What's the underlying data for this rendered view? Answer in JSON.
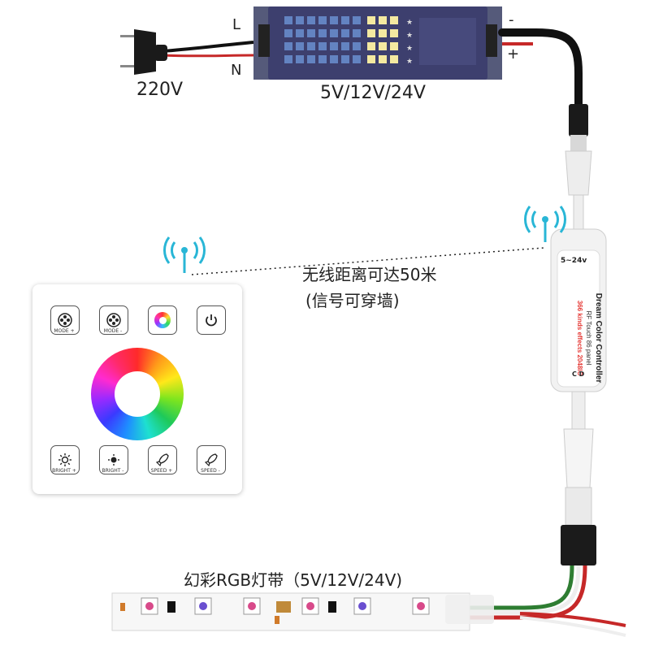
{
  "power_supply": {
    "ac_input_label": "220V",
    "output_label": "5V/12V/24V",
    "terminal_l": "L",
    "terminal_n": "N",
    "terminal_minus": "-",
    "terminal_plus": "+"
  },
  "wireless": {
    "range_text": "无线距离可达50米",
    "wall_text": "(信号可穿墙)"
  },
  "controller": {
    "voltage": "5~24v",
    "line1": "Dream Color Controller",
    "line2": "RF Touch 86 panel",
    "line3": "366 kinds effects 2048IC",
    "pins": "C D"
  },
  "touch_panel": {
    "buttons": [
      {
        "label": "MODE +",
        "icon": "mode-icon"
      },
      {
        "label": "MODE -",
        "icon": "mode-icon"
      },
      {
        "label": "",
        "icon": "color-white-icon"
      },
      {
        "label": "",
        "icon": "power-icon"
      },
      {
        "label": "BRIGHT +",
        "icon": "brightness-icon"
      },
      {
        "label": "BRIGHT -",
        "icon": "brightness-icon"
      },
      {
        "label": "SPEED +",
        "icon": "rocket-icon"
      },
      {
        "label": "SPEED -",
        "icon": "rocket-icon"
      }
    ]
  },
  "led_strip": {
    "label": "幻彩RGB灯带（5V/12V/24V)"
  },
  "colors": {
    "psu_body": "#3d3f6e",
    "wifi_icon": "#29b6d6",
    "cable": "#111111",
    "controller_accent": "#e53935"
  }
}
